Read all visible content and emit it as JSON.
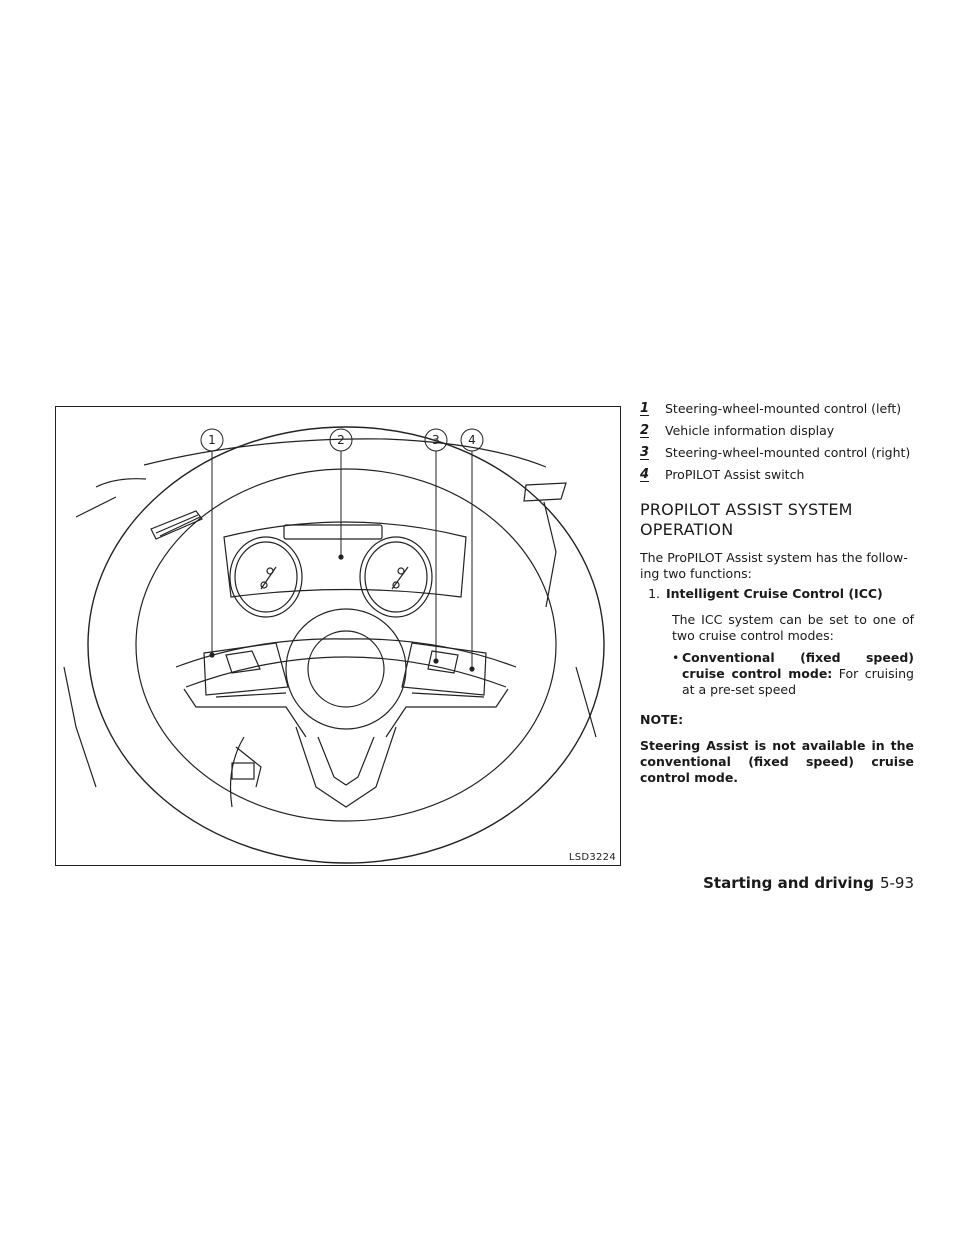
{
  "figure": {
    "code": "LSD3224",
    "callouts": [
      "1",
      "2",
      "3",
      "4"
    ]
  },
  "legend": [
    {
      "num": "1",
      "text": "Steering-wheel-mounted control (left)"
    },
    {
      "num": "2",
      "text": "Vehicle information display"
    },
    {
      "num": "3",
      "text": "Steering-wheel-mounted control (right)"
    },
    {
      "num": "4",
      "text": "ProPILOT Assist switch"
    }
  ],
  "heading": "PROPILOT ASSIST SYSTEM OPERATION",
  "intro": "The ProPILOT Assist system has the follow-ing two functions:",
  "list": {
    "num": "1.",
    "title": "Intelligent Cruise Control (ICC)",
    "desc": "The ICC system can be set to one of two cruise control modes:",
    "bullet_dot": "•",
    "bullet_bold": "Conventional (fixed speed) cruise control mode:",
    "bullet_text": " For cruising at a pre-set speed"
  },
  "note_label": "NOTE:",
  "note_text": "Steering Assist is not available in the conventional (fixed speed) cruise control mode.",
  "footer": {
    "section": "Starting and driving",
    "page": "5-93"
  }
}
